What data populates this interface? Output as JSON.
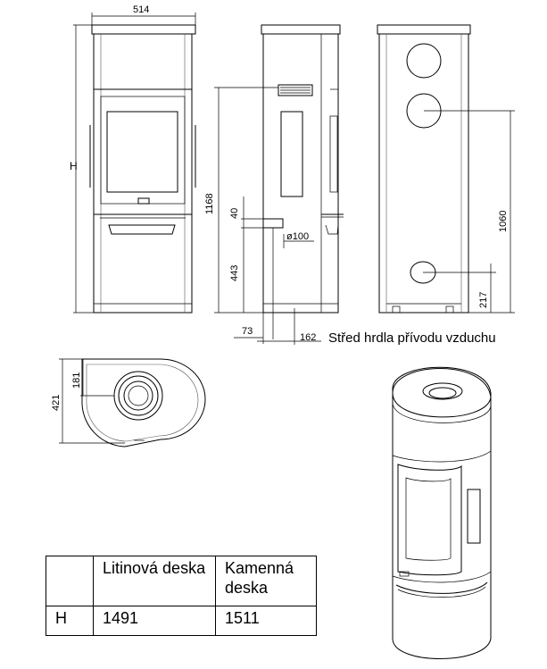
{
  "dimensions": {
    "width": "514",
    "height_label": "H",
    "total_flue_height": "1168",
    "side_gap": "40",
    "flue_diameter": "ø100",
    "rear_flue_height": "443",
    "rear_offset": "73",
    "air_offset": "162",
    "air_inlet_height": "1060",
    "air_inlet_low": "217",
    "depth": "421",
    "flue_depth": "181"
  },
  "caption": "Střed hrdla přívodu vzduchu",
  "height_table": {
    "headers": [
      "",
      "Litinová deska",
      "Kamenná deska"
    ],
    "rows": [
      [
        "H",
        "1491",
        "1511"
      ]
    ]
  }
}
